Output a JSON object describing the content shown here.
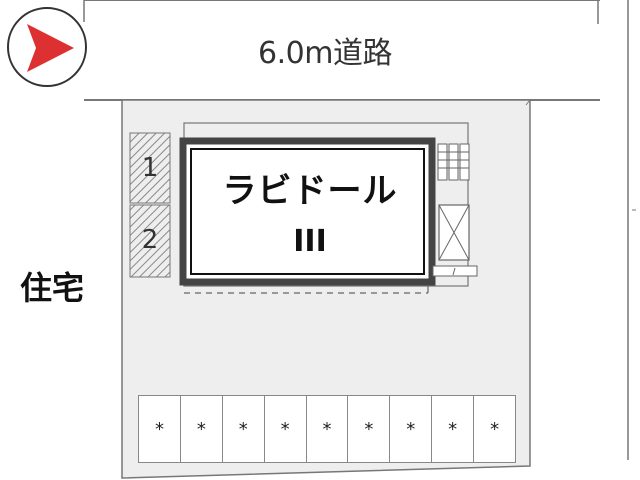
{
  "map": {
    "road_label": "6.0m道路",
    "building_name": "ラビドール",
    "building_sub": "III",
    "side_label": "住宅",
    "orientation_icon": "north-arrow-icon",
    "bike_slots": [
      "1",
      "2"
    ],
    "parking_spaces": [
      "*",
      "*",
      "*",
      "*",
      "*",
      "*",
      "*",
      "*",
      "*"
    ],
    "colors": {
      "arrow": "#dd3030",
      "lot": "#eeeeee",
      "building_border": "#444444"
    }
  }
}
